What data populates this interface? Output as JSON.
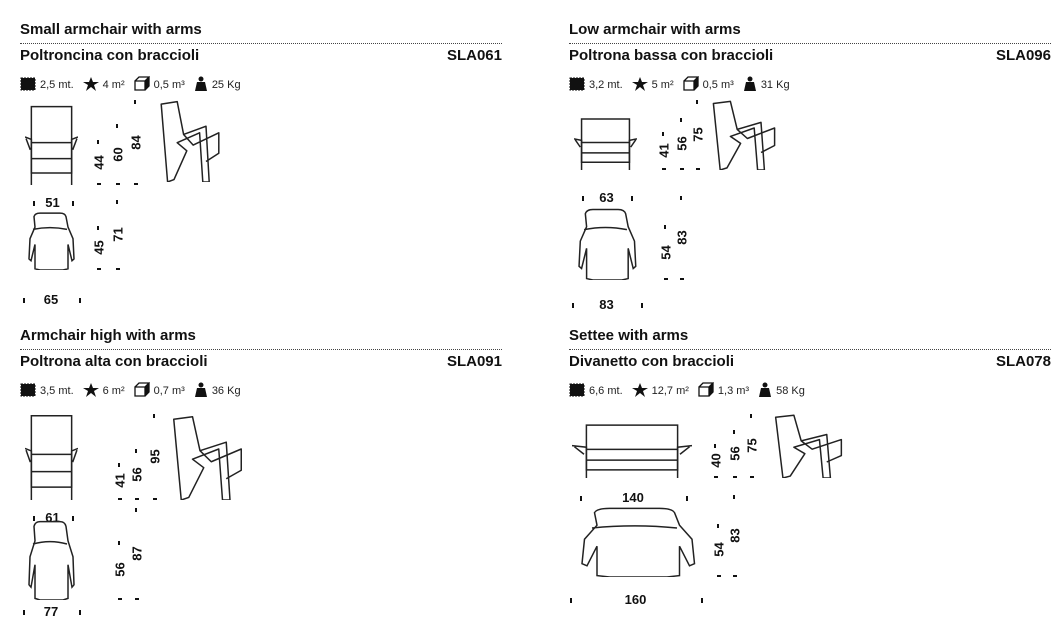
{
  "products": [
    {
      "title": "Small armchair with arms",
      "subtitle": "Poltroncina con braccioli",
      "code": "SLA061",
      "specs": {
        "leather": "2,5 mt.",
        "hide": "4 m²",
        "volume": "0,5 m³",
        "weight": "25 Kg"
      },
      "front_heights": [
        "44",
        "60",
        "84"
      ],
      "front_width": "51",
      "top_depths": [
        "45",
        "71"
      ],
      "top_width": "65"
    },
    {
      "title": "Low armchair with arms",
      "subtitle": "Poltrona bassa con braccioli",
      "code": "SLA096",
      "specs": {
        "leather": "3,2 mt.",
        "hide": "5 m²",
        "volume": "0,5 m³",
        "weight": "31 Kg"
      },
      "front_heights": [
        "41",
        "56",
        "75"
      ],
      "front_width": "63",
      "top_depths": [
        "54",
        "83"
      ],
      "top_width": "83"
    },
    {
      "title": "Armchair high with arms",
      "subtitle": "Poltrona alta con braccioli",
      "code": "SLA091",
      "specs": {
        "leather": "3,5 mt.",
        "hide": "6 m²",
        "volume": "0,7 m³",
        "weight": "36 Kg"
      },
      "front_heights": [
        "41",
        "56",
        "95"
      ],
      "front_width": "61",
      "top_depths": [
        "56",
        "87"
      ],
      "top_width": "77"
    },
    {
      "title": "Settee with arms",
      "subtitle": "Divanetto con braccioli",
      "code": "SLA078",
      "specs": {
        "leather": "6,6 mt.",
        "hide": "12,7 m²",
        "volume": "1,3 m³",
        "weight": "58 Kg"
      },
      "front_heights": [
        "40",
        "56",
        "75"
      ],
      "front_width": "140",
      "top_depths": [
        "54",
        "83"
      ],
      "top_width": "160"
    }
  ]
}
